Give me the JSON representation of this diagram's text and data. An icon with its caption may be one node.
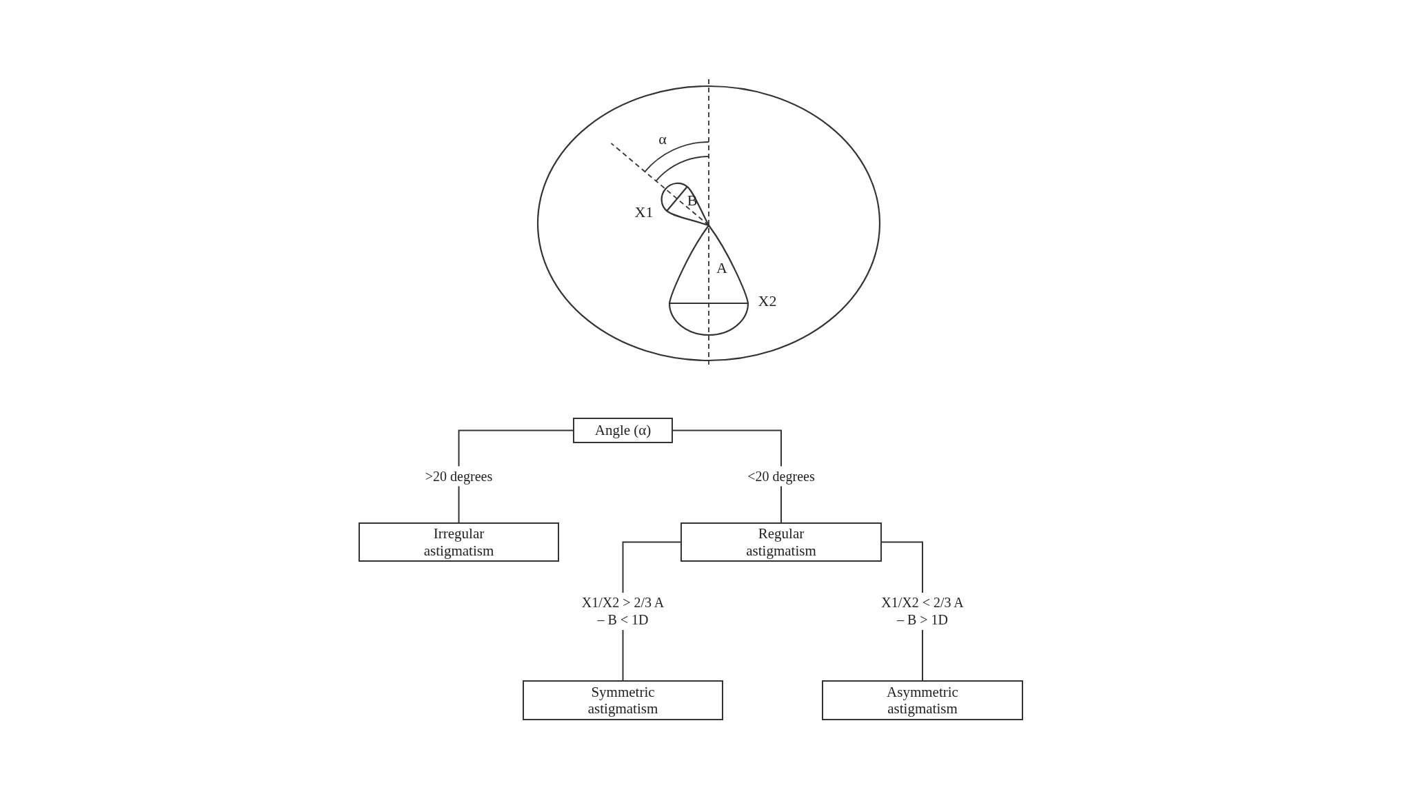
{
  "diagram": {
    "nodes": [
      {
        "text": [
          "Angle (α)"
        ]
      },
      {
        "text": [
          "Irregular astigmatism"
        ]
      },
      {
        "text": [
          "Regular astigmatism"
        ]
      },
      {
        "text": [
          "Symmetric astigmatism"
        ]
      },
      {
        "text": [
          "Asymmetric astigmatism"
        ]
      }
    ],
    "edges": [
      {
        "from": 0,
        "to": 1,
        "arrow": "none",
        "label": ">20 degrees"
      },
      {
        "from": 0,
        "to": 2,
        "arrow": "none",
        "label": "<20 degrees"
      },
      {
        "from": 2,
        "to": 3,
        "arrow": "none",
        "label": "X1/X2 > 2/3 A – B < 1D"
      },
      {
        "from": 2,
        "to": 4,
        "arrow": "none",
        "label": "X1/X2 < 2/3 A – B > 1D"
      }
    ],
    "labels": [
      "α",
      "X1",
      "B",
      "A",
      "X2"
    ]
  }
}
